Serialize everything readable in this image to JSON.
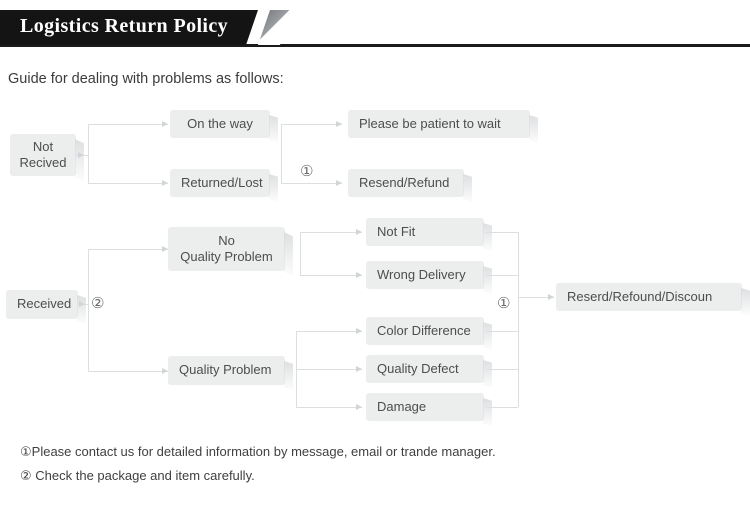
{
  "header": {
    "title": "Logistics Return Policy"
  },
  "subtitle": "Guide for dealing with problems as follows:",
  "flow": {
    "branch_not_received": {
      "root": "Not\nRecived",
      "root_line1": "Not",
      "root_line2": "Recived",
      "stage1": [
        {
          "label": "On the way"
        },
        {
          "label": "Returned/Lost"
        }
      ],
      "marker": "①",
      "stage2": [
        {
          "label": "Please be patient to wait"
        },
        {
          "label": "Resend/Refund"
        }
      ]
    },
    "branch_received": {
      "root": "Received",
      "marker": "②",
      "stage1": [
        {
          "label_line1": "No",
          "label_line2": "Quality Problem"
        },
        {
          "label_line1": "Quality Problem",
          "label_line2": ""
        }
      ],
      "stage2": [
        {
          "label": "Not Fit"
        },
        {
          "label": "Wrong Delivery"
        },
        {
          "label": "Color Difference"
        },
        {
          "label": "Quality Defect"
        },
        {
          "label": "Damage"
        }
      ],
      "marker2": "①",
      "outcome": "Reserd/Refound/Discoun"
    }
  },
  "notes": [
    {
      "num": "①",
      "text": "Please contact us for detailed information by message, email or trande manager."
    },
    {
      "num": "②",
      "text": "Check the package and item carefully."
    }
  ],
  "colors": {
    "header_bar": "#141414",
    "node_fill": "#eceded",
    "line": "#dcdee0",
    "text": "#4d4d4d"
  }
}
